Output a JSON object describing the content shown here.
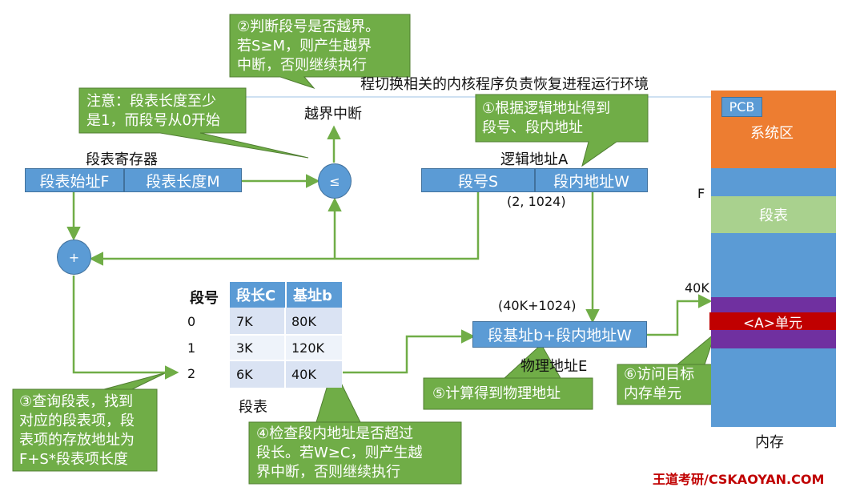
{
  "header_text": "程切换相关的内核程序负责恢复进程运行环境",
  "overflow_label": "越界中断",
  "segment_register": {
    "title": "段表寄存器",
    "start_field": "段表始址F",
    "length_field": "段表长度M"
  },
  "logical_address": {
    "title": "逻辑地址A",
    "seg_field": "段号S",
    "offset_field": "段内地址W",
    "example": "(2, 1024)"
  },
  "compare_symbol": "≤",
  "adder_symbol": "+",
  "segment_table": {
    "caption": "段表",
    "headers": [
      "段号",
      "段长C",
      "基址b"
    ],
    "rows": [
      [
        "0",
        "7K",
        "80K"
      ],
      [
        "1",
        "3K",
        "120K"
      ],
      [
        "2",
        "6K",
        "40K"
      ]
    ]
  },
  "physical_address": {
    "example": "(40K+1024)",
    "box": "段基址b+段内地址W",
    "title": "物理地址E"
  },
  "memory": {
    "pcb": "PCB",
    "system_area": "系统区",
    "f_label": "F",
    "segment_table": "段表",
    "address_40k": "40K",
    "unit": "<A>单元",
    "title": "内存"
  },
  "callouts": {
    "c1": [
      "①根据逻辑地址得到",
      "段号、段内地址"
    ],
    "c2": [
      "②判断段号是否越界。",
      "若S≥M，则产生越界",
      "中断，否则继续执行"
    ],
    "c3": [
      "③查询段表，找到",
      "对应的段表项，段",
      "表项的存放地址为",
      "F+S*段表项长度"
    ],
    "c4": [
      "④检查段内地址是否超过",
      "段长。若W≥C，则产生越",
      "界中断，否则继续执行"
    ],
    "c5": [
      "⑤计算得到物理地址"
    ],
    "c6": [
      "⑥访问目标",
      "内存单元"
    ],
    "note": [
      "注意：段表长度至少",
      "是1，而段号从0开始"
    ]
  },
  "watermark": "王道考研/CSKAOYAN.COM",
  "colors": {
    "blue": "#5b9bd5",
    "green_callout": "#70ad47",
    "arrow_green": "#70ad47",
    "orange": "#ed7d31",
    "light_green": "#a9d18e",
    "purple": "#7030a0",
    "red": "#c00000",
    "watermark_red": "#c00000"
  }
}
